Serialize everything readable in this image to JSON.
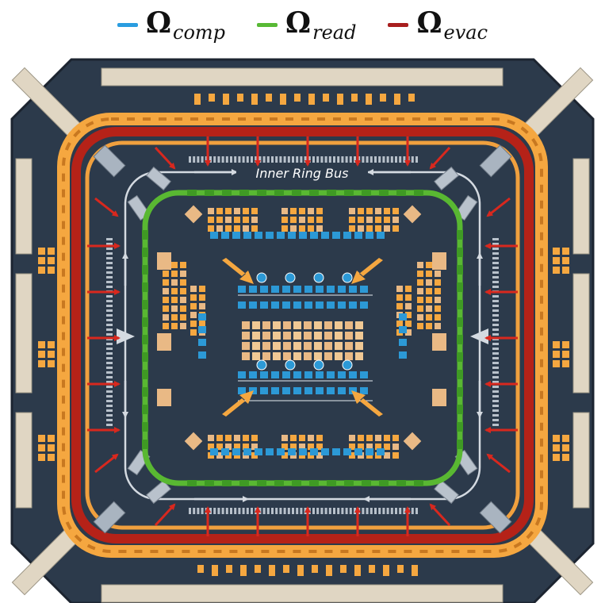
{
  "legend": [
    {
      "symbol": "Ω",
      "subscript": "comp",
      "color": "#2a9de0"
    },
    {
      "symbol": "Ω",
      "subscript": "read",
      "color": "#58b935"
    },
    {
      "symbol": "Ω",
      "subscript": "evac",
      "color": "#a81e1e"
    }
  ],
  "bus_label": "Inner Ring Bus",
  "colors": {
    "die": "#2c3a4b",
    "pad": "#e0d6c3",
    "orange": "#f5a740",
    "tan": "#e9b985",
    "red": "#b52218",
    "green": "#59b832",
    "blue": "#2c99d6",
    "wire": "#d4dae1"
  }
}
